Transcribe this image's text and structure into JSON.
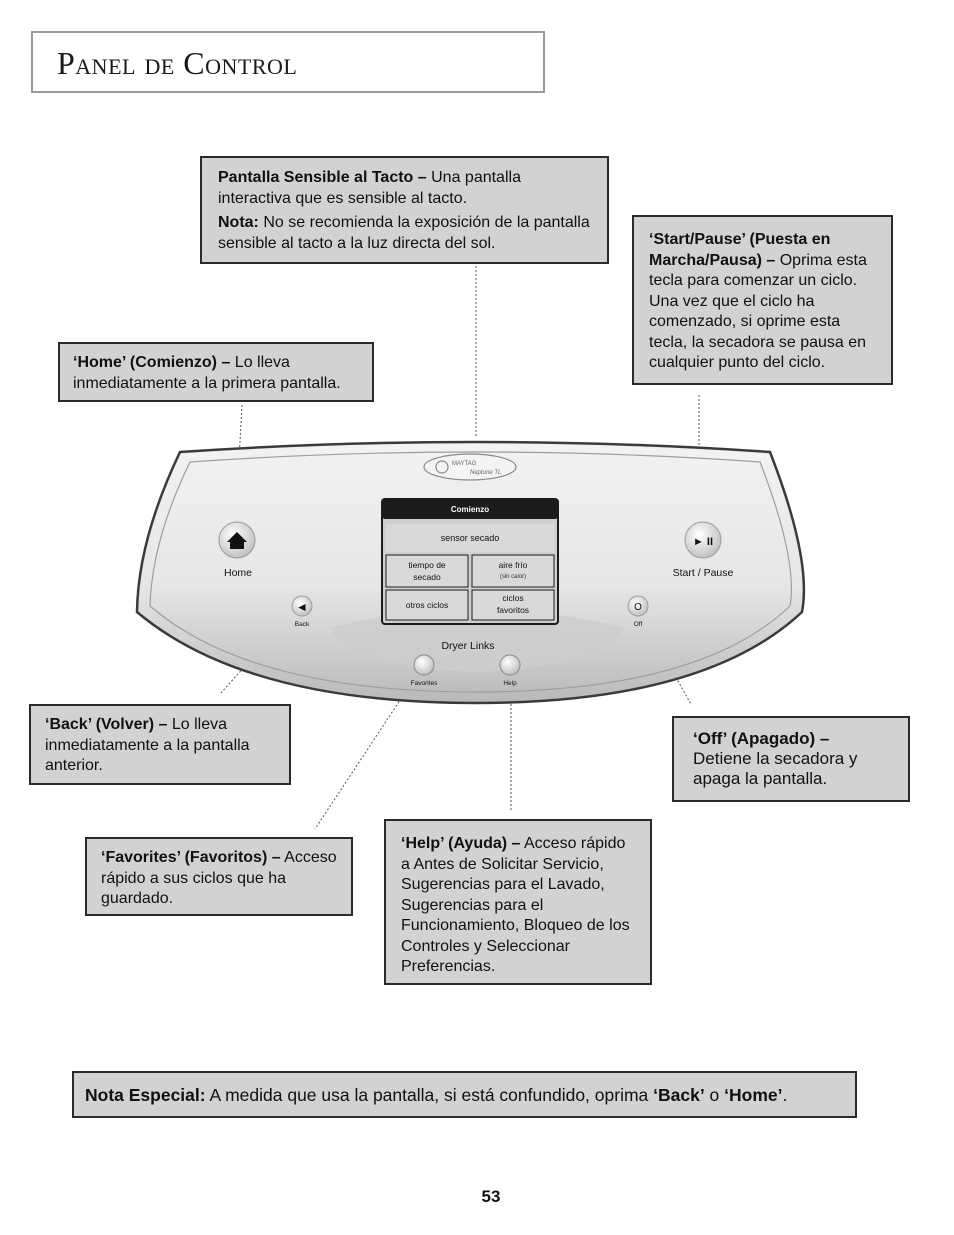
{
  "page": {
    "title": "Panel de Control",
    "page_number": "53"
  },
  "callouts": {
    "touch_screen": {
      "heading": "Pantalla Sensible al Tacto –",
      "text": " Una pantalla interactiva que es sensible al tacto.",
      "note_label": "Nota:",
      "note_text": " No se recomienda la exposición de la pantalla sensible al tacto a la luz directa del sol."
    },
    "start_pause": {
      "heading": "‘Start/Pause’ (Puesta en Marcha/Pausa) –",
      "text": " Oprima esta tecla para comenzar un ciclo. Una vez que el ciclo ha comenzado, si oprime esta tecla, la secadora se pausa en cualquier punto del ciclo."
    },
    "home": {
      "heading": "‘Home’ (Comienzo) –",
      "text": " Lo lleva inmediatamente a la primera pantalla."
    },
    "back": {
      "heading": "‘Back’ (Volver) –",
      "text": " Lo lleva inmediatamente a la pantalla anterior."
    },
    "off": {
      "heading": "‘Off’ (Apagado) –",
      "text": " Detiene la secadora y apaga la pantalla."
    },
    "favorites": {
      "heading": "‘Favorites’ (Favoritos) –",
      "text": " Acceso rápido a sus ciclos que ha guardado."
    },
    "help": {
      "heading": "‘Help’ (Ayuda) –",
      "text": " Acceso rápido a Antes de Solicitar Servicio, Sugerencias para el Lavado, Sugerencias para el Funcionamiento, Bloqueo de los Controles y Seleccionar Preferencias."
    }
  },
  "special_note": {
    "label": "Nota Especial:",
    "text_before": " A medida que usa la pantalla, si está confundido, oprima ",
    "back": "‘Back’",
    "middle": " o ",
    "home": "‘Home’",
    "end": "."
  },
  "panel": {
    "brand": "MAYTAG",
    "model": "Neptune TL",
    "screen_title": "Comienzo",
    "screen_main": "sensor secado",
    "btn_drying_time_1": "tiempo de",
    "btn_drying_time_2": "secado",
    "btn_air_fluff": "aire frío",
    "btn_air_fluff_sub": "(sin calor)",
    "btn_other_cycles": "otros ciclos",
    "btn_fav_cycles_1": "ciclos",
    "btn_fav_cycles_2": "favoritos",
    "label_home": "Home",
    "label_back": "Back",
    "label_start_pause": "Start / Pause",
    "label_off": "Off",
    "label_dryer_links": "Dryer Links",
    "label_favorites": "Favorites",
    "label_help": "Help",
    "start_pause_glyph": "► II",
    "back_glyph": "◄",
    "off_glyph": "O"
  },
  "colors": {
    "callout_bg": "#d2d2d2",
    "screen_header": "#1c1c1c",
    "screen_bg": "#cfcfcf",
    "button_bg": "#ffffff"
  }
}
